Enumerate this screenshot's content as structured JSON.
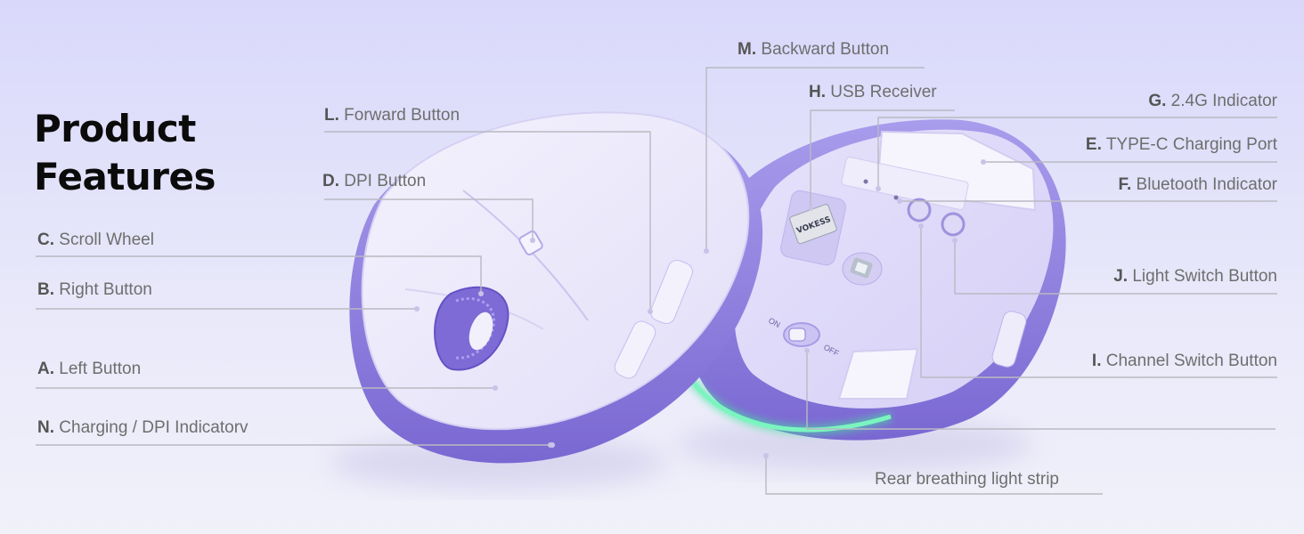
{
  "heading": {
    "line1": "Product",
    "line2": "Features"
  },
  "callouts": [
    {
      "id": "L",
      "key": "L.",
      "text": "Forward Button"
    },
    {
      "id": "D",
      "key": "D.",
      "text": "DPI Button"
    },
    {
      "id": "C",
      "key": "C.",
      "text": "Scroll Wheel"
    },
    {
      "id": "B",
      "key": "B.",
      "text": "Right Button"
    },
    {
      "id": "A",
      "key": "A.",
      "text": "Left Button"
    },
    {
      "id": "N",
      "key": "N.",
      "text": "Charging / DPI Indicatorv"
    },
    {
      "id": "M",
      "key": "M.",
      "text": "Backward Button"
    },
    {
      "id": "H",
      "key": "H.",
      "text": "USB Receiver"
    },
    {
      "id": "G",
      "key": "G.",
      "text": "2.4G Indicator"
    },
    {
      "id": "E",
      "key": "E.",
      "text": "TYPE-C Charging Port"
    },
    {
      "id": "F",
      "key": "F.",
      "text": "Bluetooth Indicator"
    },
    {
      "id": "J",
      "key": "J.",
      "text": "Light Switch Button"
    },
    {
      "id": "I",
      "key": "I.",
      "text": "Channel Switch Button"
    },
    {
      "id": "R",
      "key": "",
      "text": "Rear breathing light strip"
    }
  ],
  "product": {
    "receiver_brand": "VOKESS",
    "switch_on": "ON",
    "switch_off": "OFF"
  },
  "colors": {
    "accent": "#8e7fd8",
    "shell": "#ece9fb",
    "glow": "#3fe89a",
    "leader": "#b9b9c2"
  }
}
